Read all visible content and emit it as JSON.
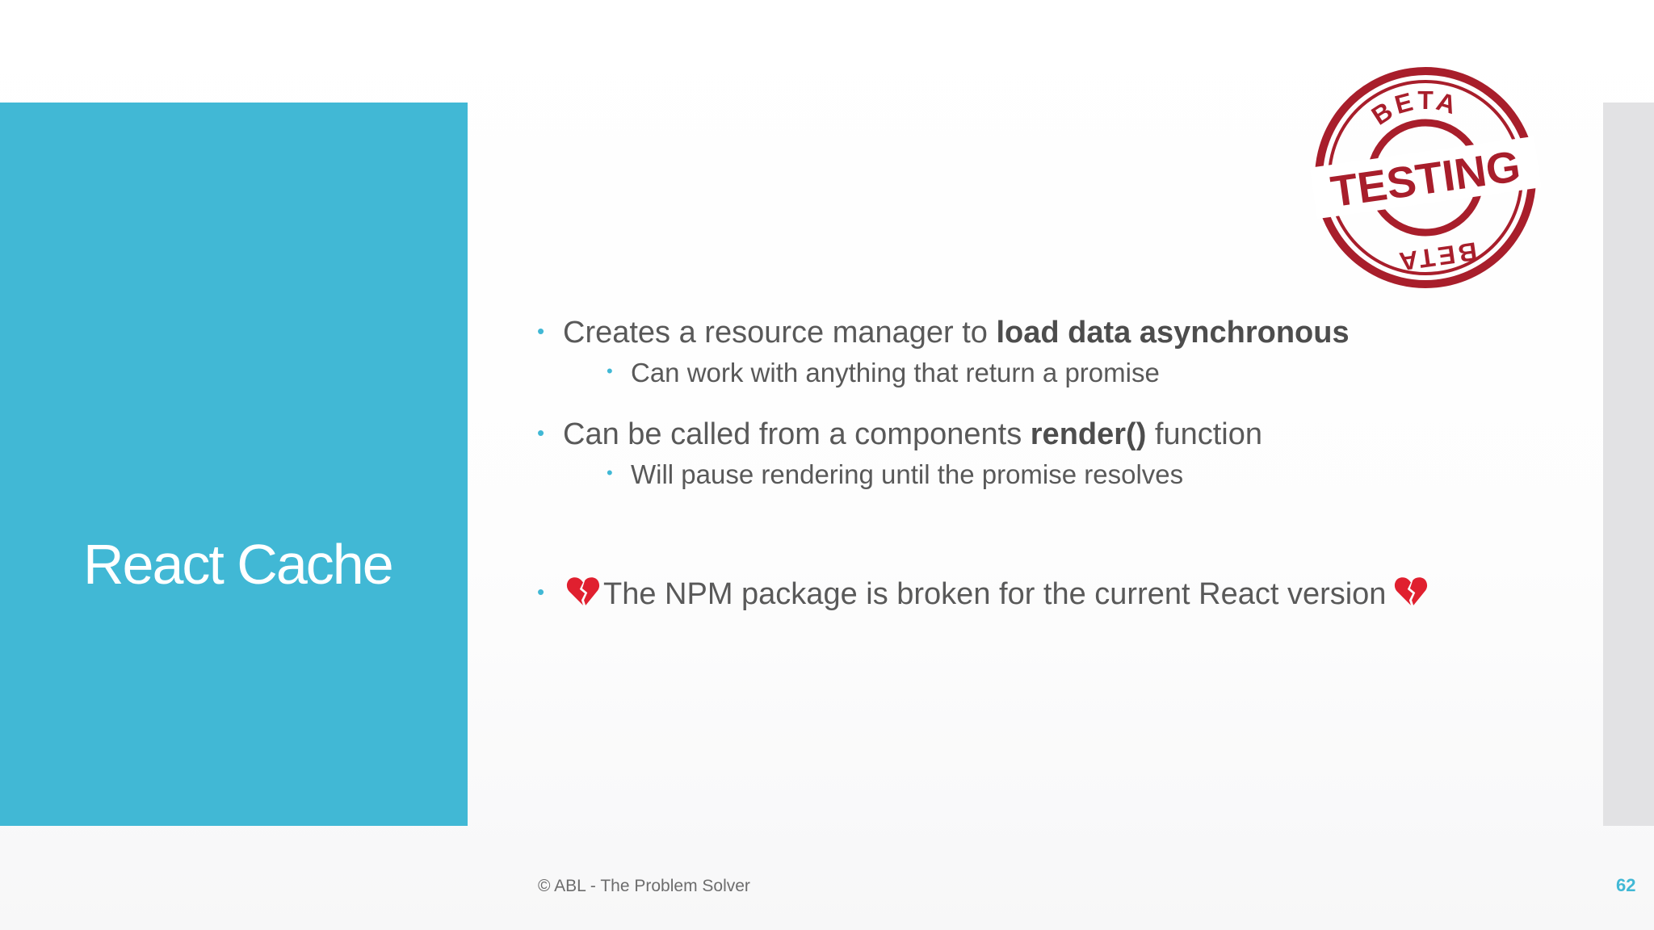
{
  "slide": {
    "title": "React Cache",
    "bullets": [
      {
        "prefix": "Creates a resource manager to ",
        "bold": "load data asynchronous",
        "suffix": "",
        "sub": "Can work with anything that return a promise"
      },
      {
        "prefix": "Can be called from a components ",
        "bold": "render()",
        "suffix": " function",
        "sub": "Will pause rendering until the promise resolves"
      },
      {
        "text": "The NPM package is broken for the current React version"
      }
    ],
    "stamp": {
      "top": "BETA",
      "middle": "TESTING",
      "bottom": "BETA"
    },
    "footer": "© ABL - The Problem Solver",
    "page_number": "62"
  },
  "colors": {
    "accent": "#41b8d5",
    "text": "#595959",
    "stamp": "#a81e2b",
    "heart": "#e0202f"
  },
  "icons": {
    "broken_heart": "broken-heart-icon"
  }
}
